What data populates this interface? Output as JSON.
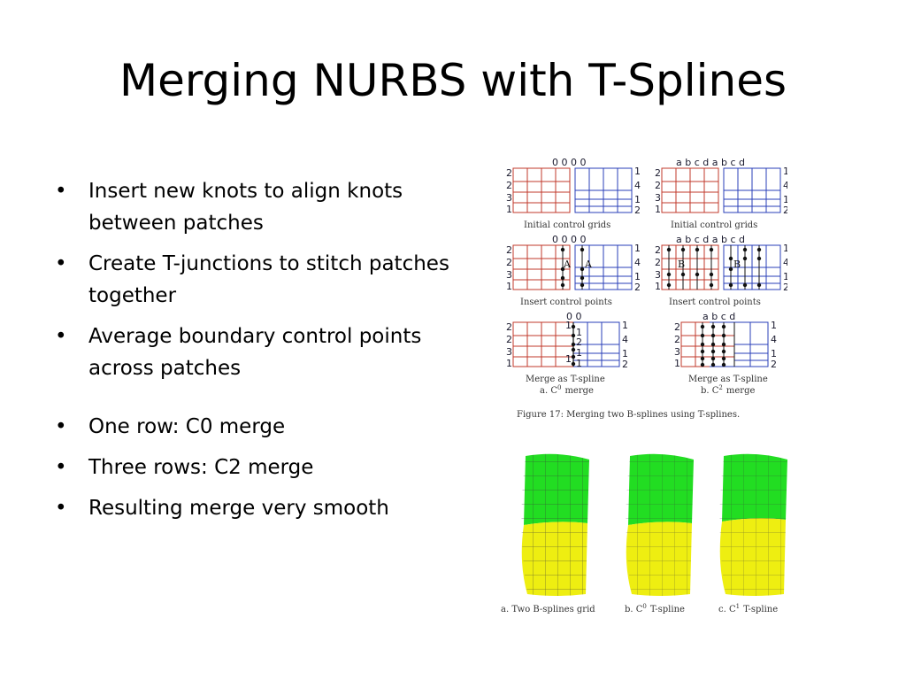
{
  "slide": {
    "title": "Merging NURBS with T-Splines",
    "bullets": [
      "Insert new knots to align knots between patches",
      "Create T-junctions to stitch patches together",
      "Average boundary control points across patches",
      "One row: C0 merge",
      "Three rows: C2 merge",
      "Resulting merge very smooth"
    ]
  },
  "figure17": {
    "row1_left_caption": "Initial control grids",
    "row1_right_caption": "Initial control grids",
    "row2_left_caption": "Insert control points",
    "row2_right_caption": "Insert control points",
    "row3_left_caption_1": "Merge as T-spline",
    "row3_left_caption_2": "a.  C",
    "row3_left_sup": "0",
    "row3_left_caption_3": "merge",
    "row3_right_caption_1": "Merge as T-spline",
    "row3_right_caption_2": "b.  C",
    "row3_right_sup": "2",
    "row3_right_caption_3": "merge",
    "figure_caption": "Figure 17:  Merging two B-splines using T-splines.",
    "knots_zero": "0 0  0  0",
    "knots_zero_short": "0 0",
    "knots_letters": "a  b  c  d  a  b  c  d",
    "knots_letters_short": "a  b  c  d",
    "left_nums": [
      "2",
      "2",
      "3",
      "1"
    ],
    "right_nums": [
      "1",
      "4",
      "1",
      "2"
    ],
    "label_A": "A",
    "label_B": "B",
    "merge_mid_nums": [
      "1",
      "1",
      "2",
      "1",
      "1",
      "1"
    ]
  },
  "surfaces": {
    "caption_a": "a.  Two B-splines grid",
    "caption_b_1": "b.  C",
    "caption_b_sup": "0",
    "caption_b_2": "T-spline",
    "caption_c_1": "c.  C",
    "caption_c_sup": "1",
    "caption_c_2": "T-spline"
  },
  "colors": {
    "red_grid": "#c0392b",
    "blue_grid": "#2a3fb8",
    "green_patch": "#22dd22",
    "yellow_patch": "#eeee11"
  }
}
